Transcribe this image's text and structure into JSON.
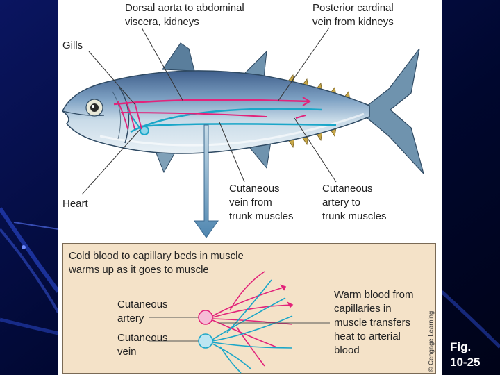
{
  "labels": {
    "dorsal_aorta": "Dorsal aorta to abdominal\nviscera, kidneys",
    "posterior_cardinal": "Posterior cardinal\nvein from kidneys",
    "gills": "Gills",
    "heart": "Heart",
    "cutaneous_vein": "Cutaneous\nvein from\ntrunk muscles",
    "cutaneous_artery": "Cutaneous\nartery to\ntrunk muscles"
  },
  "inset": {
    "caption": "Cold blood to capillary beds in muscle\nwarms up as it goes to muscle",
    "artery": "Cutaneous\nartery",
    "vein": "Cutaneous\nvein",
    "warm_blood": "Warm blood from\ncapillaries in\nmuscle transfers\nheat to arterial\nblood"
  },
  "credit": "© Cengage Learning",
  "figure_label": "Fig.\n10-25",
  "colors": {
    "artery": "#e2237a",
    "vein": "#1aa6c8",
    "fish_back": "#5b7fa6",
    "inset_bg": "#f4e2c8",
    "slide_bg": "#000a3a"
  }
}
